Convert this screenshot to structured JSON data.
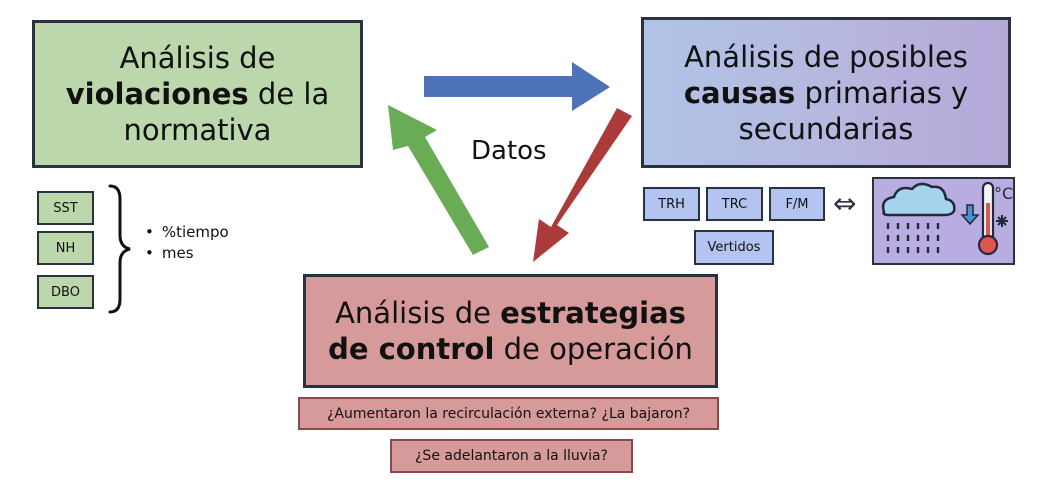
{
  "nodes": {
    "violaciones": {
      "pre": "Análisis de ",
      "bold": "violaciones",
      "post": " de la normativa"
    },
    "causas": {
      "pre": "Análisis de posibles ",
      "bold": "causas",
      "post": " primarias y secundarias"
    },
    "estrategias": {
      "pre": "Análisis de ",
      "bold1": "estrategias",
      "bold2": "de control",
      "post": " de operación"
    }
  },
  "center_label": "Datos",
  "params_left": [
    "SST",
    "NH",
    "DBO"
  ],
  "bullets": [
    "%tiempo",
    "mes"
  ],
  "params_right": [
    "TRH",
    "TRC",
    "F/M",
    "Vertidos"
  ],
  "questions": [
    "¿Aumentaron la recirculación externa? ¿La bajaron?",
    "¿Se adelantaron a la lluvia?"
  ],
  "weather_unit": "°C",
  "colors": {
    "arrow_blue": "#4e72b8",
    "arrow_green": "#6aab55",
    "arrow_red": "#ab3a3a",
    "green_box": "#bcd7ac",
    "red_box": "#d69a9a"
  }
}
